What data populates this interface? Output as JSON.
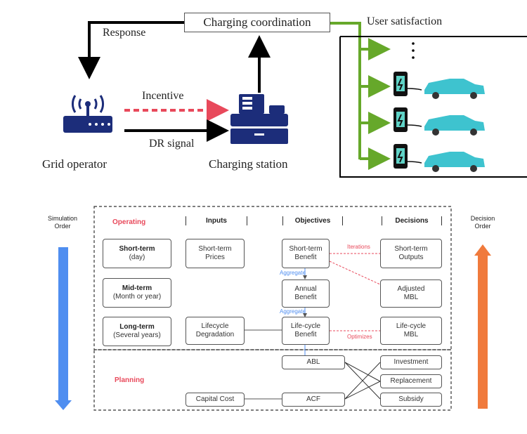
{
  "top": {
    "coordination": "Charging coordination",
    "response": "Response",
    "user_satisfaction": "User satisfaction",
    "incentive": "Incentive",
    "dr_signal": "DR signal",
    "grid_operator": "Grid operator",
    "charging_station": "Charging station"
  },
  "bottom": {
    "simulation_order": "Simulation\nOrder",
    "decision_order": "Decision\nOrder",
    "operating": "Operating",
    "planning": "Planning",
    "headers": {
      "inputs": "Inputs",
      "objectives": "Objectives",
      "decisions": "Decisions"
    },
    "rows": {
      "short": {
        "title": "Short-term",
        "sub": "(day)"
      },
      "mid": {
        "title": "Mid-term",
        "sub": "(Month or year)"
      },
      "long": {
        "title": "Long-term",
        "sub": "(Several years)"
      }
    },
    "inputs": {
      "short": "Short-term\nPrices",
      "long": "Lifecycle\nDegradation",
      "capital": "Capital Cost"
    },
    "objectives": {
      "short": "Short-term\nBenefit",
      "annual": "Annual\nBenefit",
      "life": "Life-cycle\nBenefit",
      "abl": "ABL",
      "acf": "ACF"
    },
    "decisions": {
      "short": "Short-term\nOutputs",
      "adjusted": "Adjusted\nMBL",
      "life": "Life-cycle\nMBL",
      "investment": "Investment",
      "replacement": "Replacement",
      "subsidy": "Subsidy"
    },
    "edge_labels": {
      "iterations": "Iterations",
      "aggregate": "Aggregate",
      "aggregate2": "Aggregate",
      "optimizes": "Optimizes"
    }
  },
  "colors": {
    "green": "#66a82a",
    "red": "#e8495b",
    "blue": "#4f8ef0",
    "orange": "#f07a3c",
    "navy": "#1c2d7a",
    "teal": "#3ec3cf"
  }
}
